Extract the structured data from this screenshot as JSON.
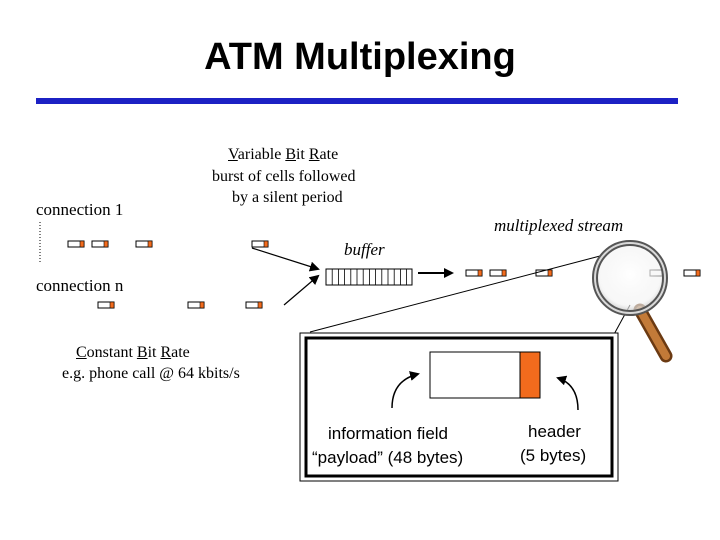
{
  "title": "ATM Multiplexing",
  "vbr": {
    "heading_parts": [
      {
        "first": "V",
        "rest": "ariable "
      },
      {
        "first": "B",
        "rest": "it "
      },
      {
        "first": "R",
        "rest": "ate"
      }
    ],
    "line1": "burst of cells followed",
    "line2": "by a silent period"
  },
  "connection_1": "connection 1",
  "connection_n": "connection n",
  "buffer_label": "buffer",
  "multiplexed_label": "multiplexed stream",
  "cbr": {
    "heading_parts": [
      {
        "first": "C",
        "rest": "onstant "
      },
      {
        "first": "B",
        "rest": "it "
      },
      {
        "first": "R",
        "rest": "ate"
      }
    ],
    "line1": "e.g. phone call @ 64 kbits/s"
  },
  "cell_detail": {
    "payload_line1": "information field",
    "payload_line2": "“payload” (48 bytes)",
    "header_line1": "header",
    "header_line2": "(5 bytes)"
  },
  "colors": {
    "rule": "#1c21c4",
    "header_fill": "#f26b1d",
    "magnifier_handle": "#b86a2a"
  }
}
